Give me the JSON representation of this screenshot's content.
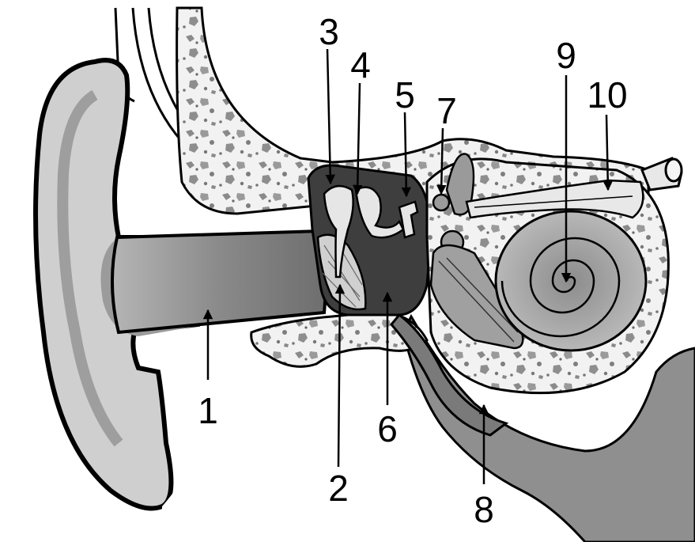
{
  "labels": [
    {
      "id": "1",
      "text": "1"
    },
    {
      "id": "2",
      "text": "2"
    },
    {
      "id": "3",
      "text": "3"
    },
    {
      "id": "4",
      "text": "4"
    },
    {
      "id": "5",
      "text": "5"
    },
    {
      "id": "6",
      "text": "6"
    },
    {
      "id": "7",
      "text": "7"
    },
    {
      "id": "8",
      "text": "8"
    },
    {
      "id": "9",
      "text": "9"
    },
    {
      "id": "10",
      "text": "10"
    }
  ],
  "colors": {
    "background": "#ffffff",
    "outline": "#000000",
    "skin": "#c9c9c9",
    "canal": "#8e8e8e",
    "bone": "#f2f2f2",
    "bone_spot": "#8a8a8a",
    "cavity": "#3c3c3c",
    "cochlea": "#a6a6a6"
  }
}
